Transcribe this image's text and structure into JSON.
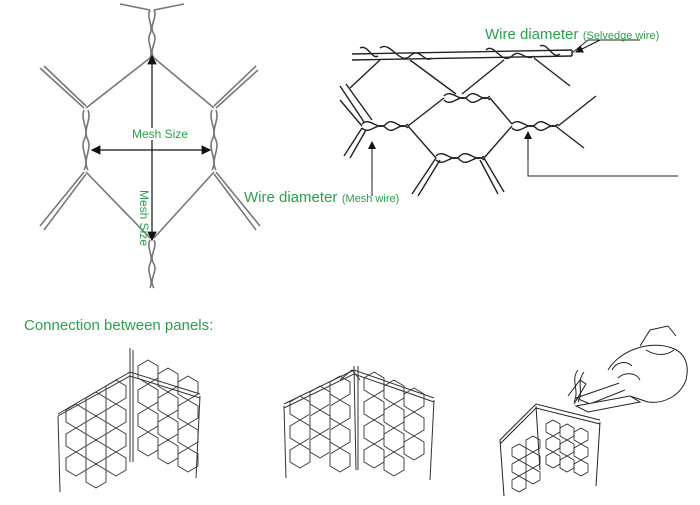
{
  "labels": {
    "mesh_size_horizontal": "Mesh Size",
    "mesh_size_vertical": "Mesh Size",
    "wire_diameter_top": "Wire diameter",
    "selvedge_wire": "(Selvedge wire)",
    "wire_diameter_bottom": "Wire diameter",
    "mesh_wire": "(Mesh wire)",
    "connection_title": "Connection between panels:"
  },
  "colors": {
    "label_green": "#2aa24a",
    "line_gray": "#555555",
    "line_dark": "#222222"
  }
}
